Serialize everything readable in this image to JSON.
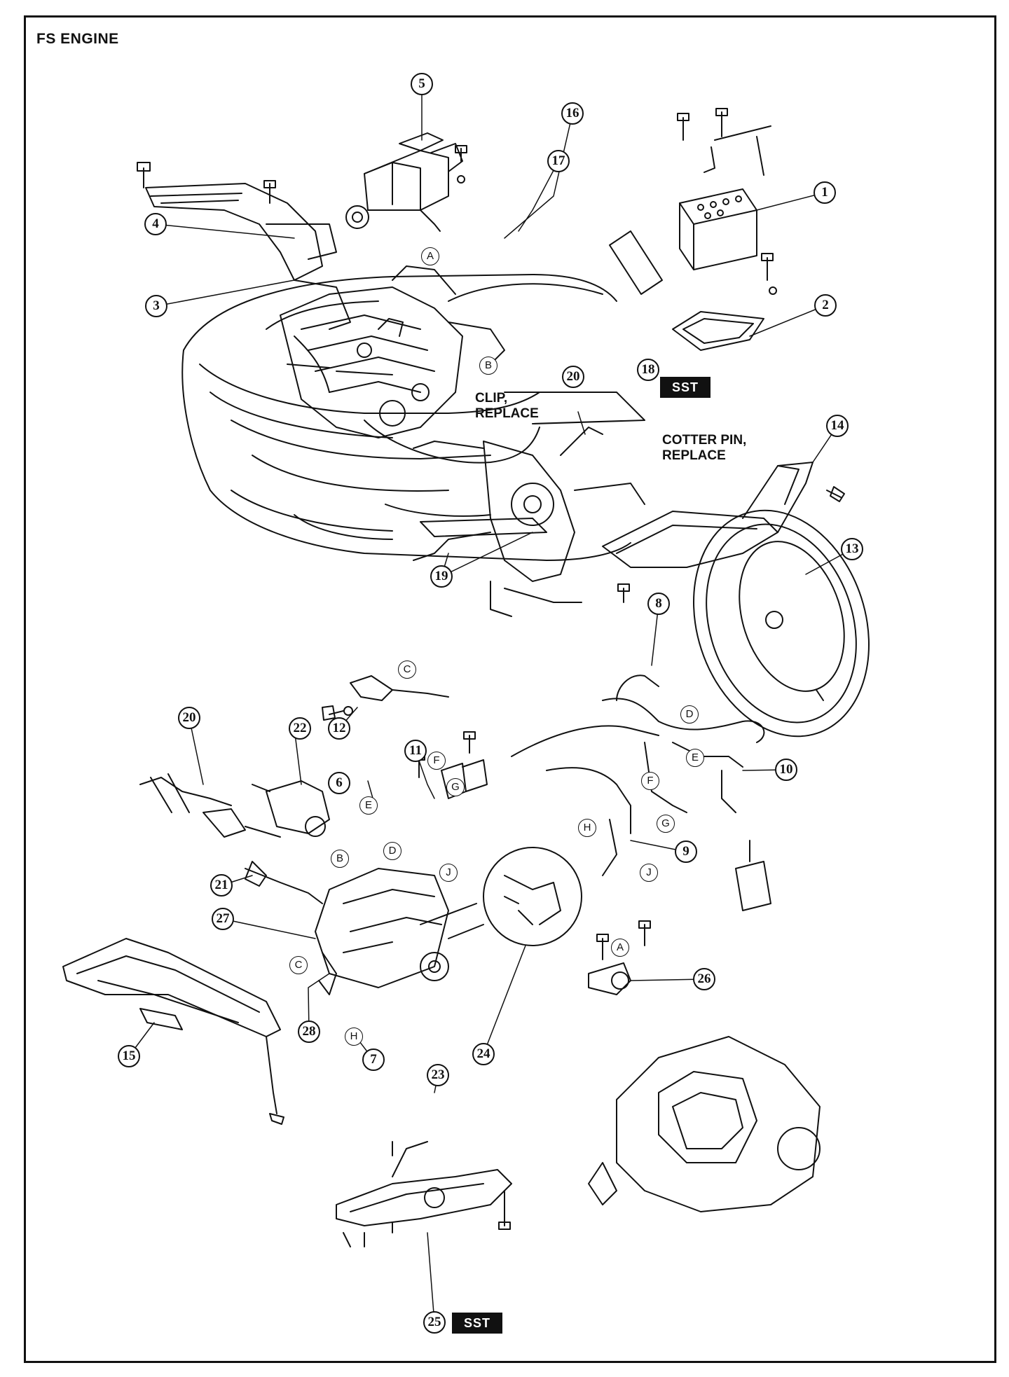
{
  "title": "FS ENGINE",
  "notes": {
    "clip_replace": "CLIP,\nREPLACE",
    "cotter_pin_replace": "COTTER PIN,\nREPLACE"
  },
  "sst_label": "SST",
  "part_callouts": [
    "1",
    "2",
    "3",
    "4",
    "5",
    "6",
    "7",
    "8",
    "9",
    "10",
    "11",
    "12",
    "13",
    "14",
    "15",
    "16",
    "17",
    "18",
    "19",
    "20",
    "20",
    "21",
    "22",
    "23",
    "24",
    "25",
    "26",
    "27",
    "28"
  ],
  "reference_letters": [
    "A",
    "B",
    "A",
    "B",
    "C",
    "C",
    "D",
    "D",
    "E",
    "E",
    "F",
    "F",
    "G",
    "G",
    "H",
    "H",
    "J",
    "J"
  ]
}
